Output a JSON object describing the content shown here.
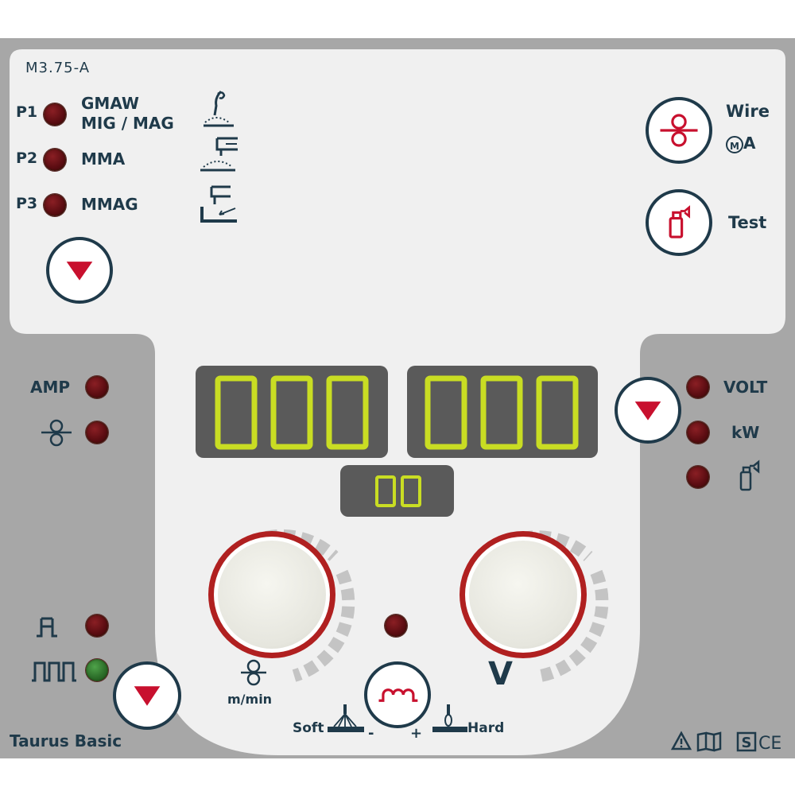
{
  "model": "M3.75-A",
  "product_name": "Taurus Basic",
  "programs": [
    {
      "id": "P1",
      "line1": "GMAW",
      "line2": "MIG / MAG"
    },
    {
      "id": "P2",
      "line1": "MMA"
    },
    {
      "id": "P3",
      "line1": "MMAG"
    }
  ],
  "right_buttons": {
    "wire_label": "Wire",
    "wire_sub": "A",
    "wire_sub_icon": "M",
    "test_label": "Test"
  },
  "left_indicators": {
    "amp_label": "AMP"
  },
  "right_indicators": {
    "volt_label": "VOLT",
    "kw_label": "kW"
  },
  "displays": {
    "left": "000",
    "right": "000",
    "small": "00"
  },
  "knobs": {
    "left_unit": "m/min",
    "right_unit": "V"
  },
  "inductance": {
    "soft_label": "Soft",
    "hard_label": "Hard",
    "minus": "-",
    "plus": "+"
  },
  "colors": {
    "accent": "#c8102e",
    "navy": "#1f3a4a",
    "digit": "#c9dd23",
    "panel_gray": "#a7a7a7"
  }
}
